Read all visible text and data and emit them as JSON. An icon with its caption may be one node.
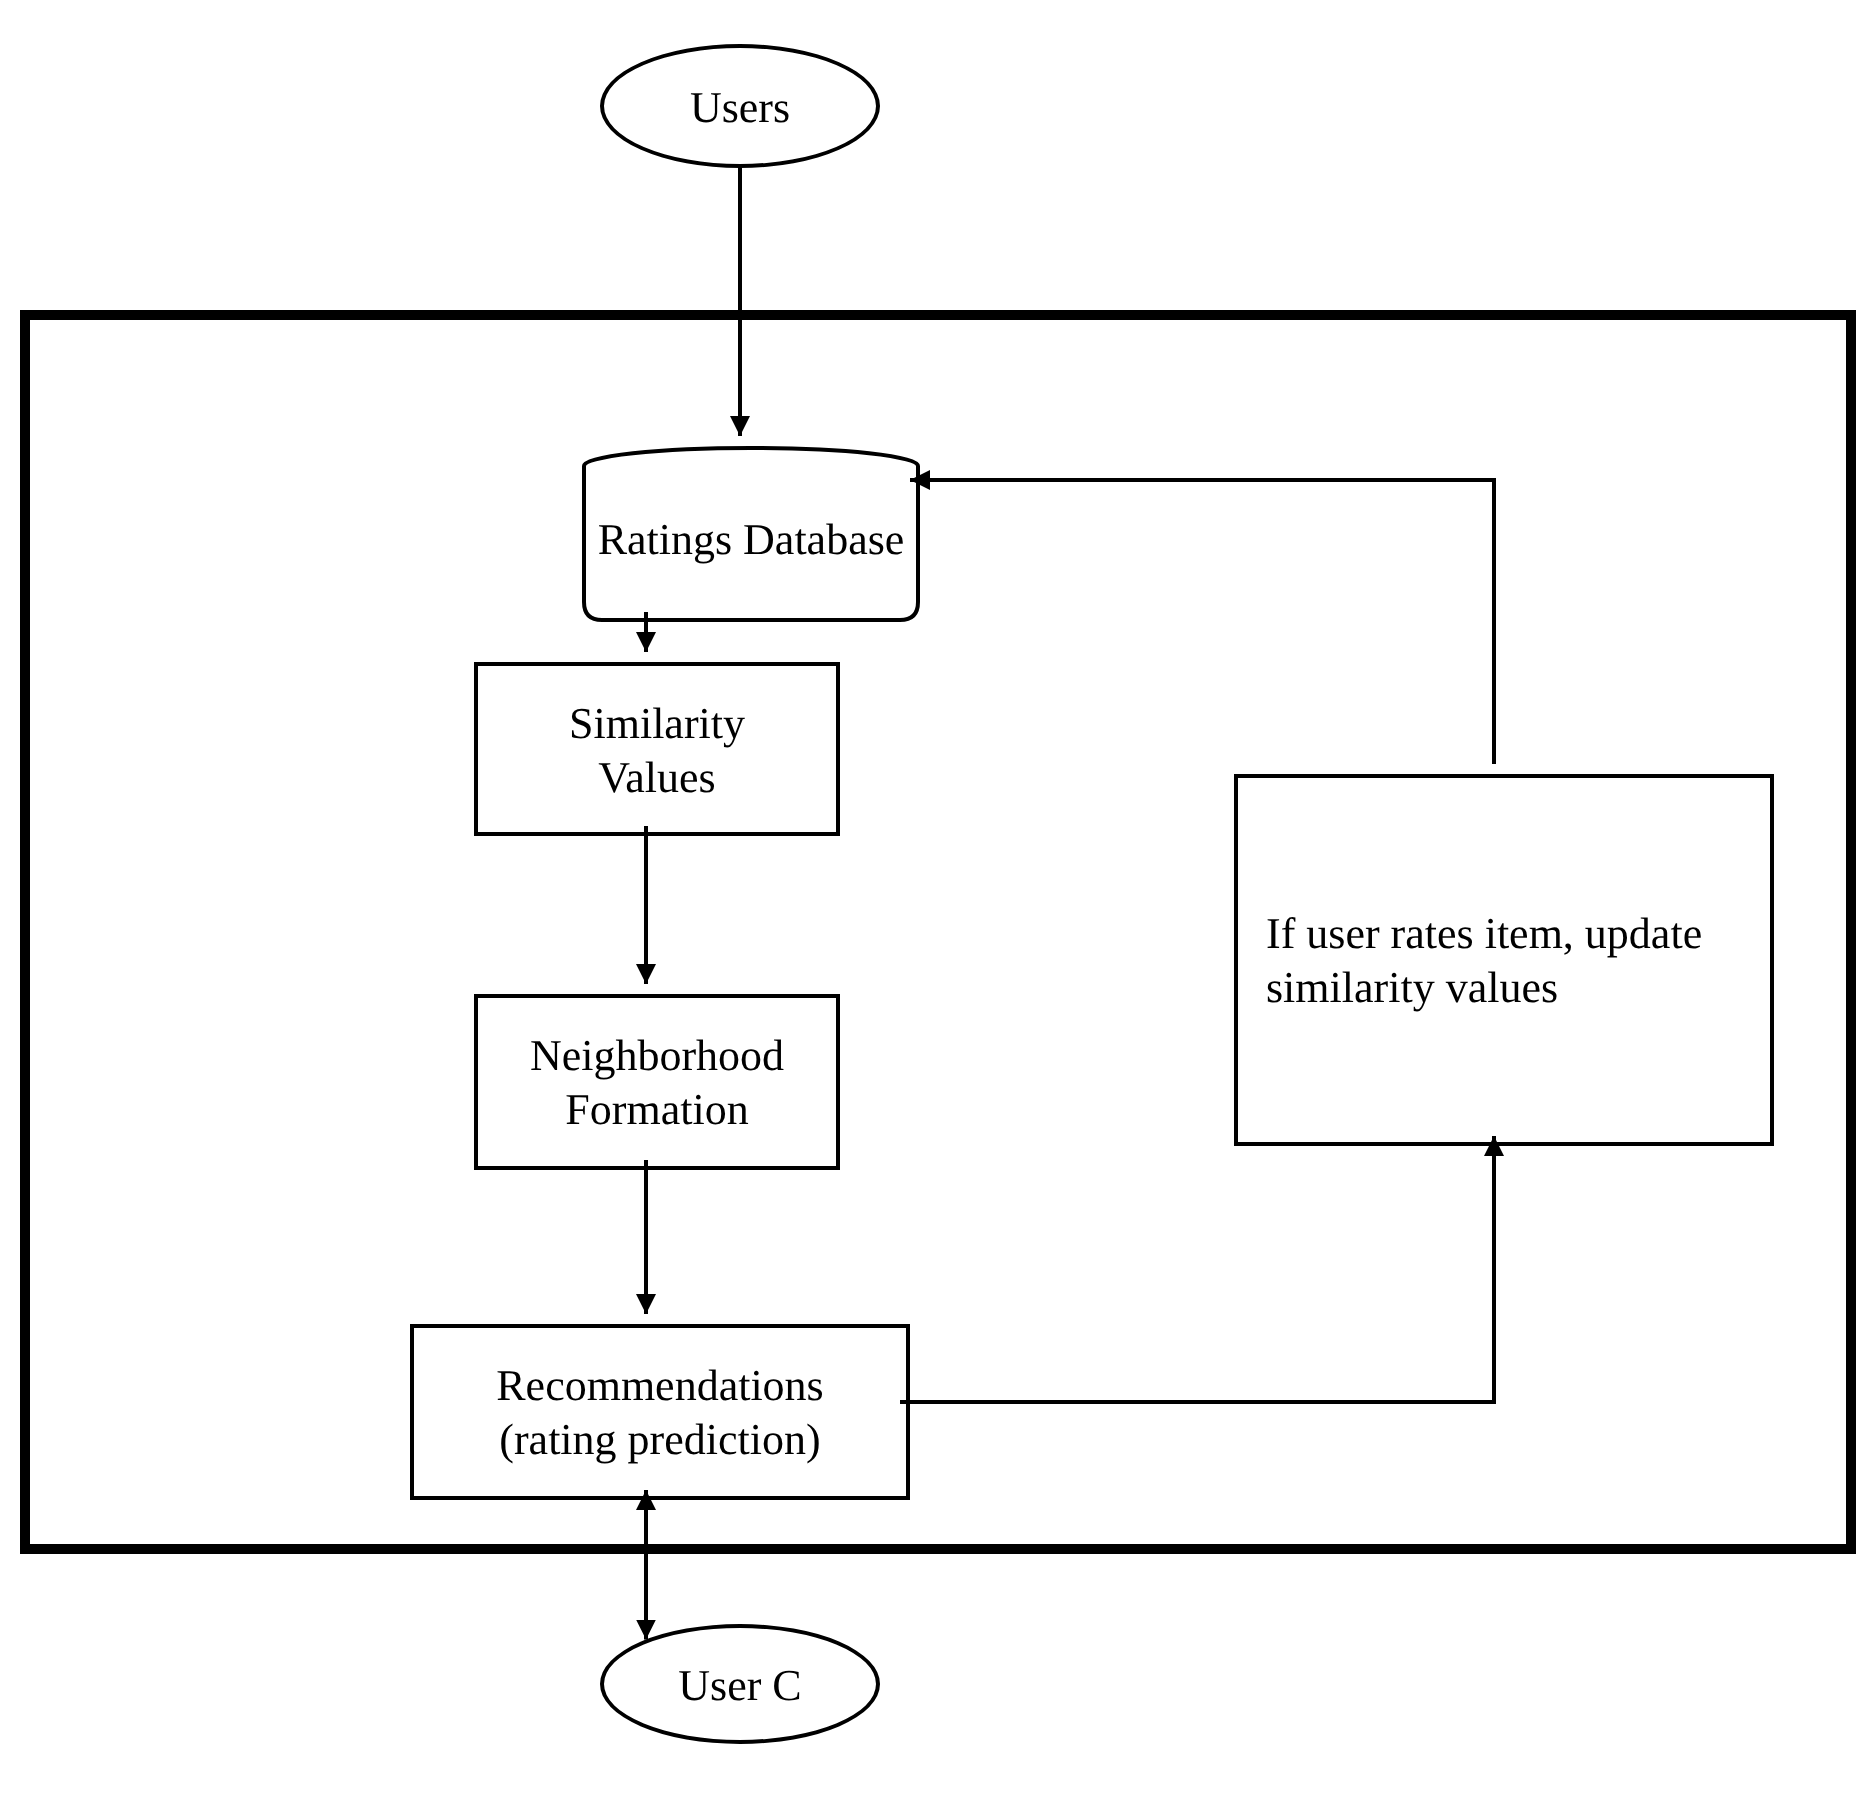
{
  "diagram": {
    "nodes": [
      {
        "text": [
          "Users"
        ]
      },
      {
        "text": [],
        "shape": "box"
      },
      {
        "text": [
          "Ratings Database"
        ],
        "in": 1
      },
      {
        "text": [
          "Similarity Values"
        ],
        "in": 1
      },
      {
        "text": [
          "Neighborhood Formation"
        ],
        "in": 1
      },
      {
        "text": [
          "Recommendations (rating prediction)"
        ],
        "in": 1
      },
      {
        "text": [
          "If user rates item, update similarity values"
        ],
        "in": 1
      },
      {
        "text": [
          "User C"
        ]
      }
    ],
    "edges": [
      {
        "from": 0,
        "to": 2,
        "arrow": "to"
      },
      {
        "from": 2,
        "to": 3,
        "arrow": "to"
      },
      {
        "from": 3,
        "to": 4,
        "arrow": "to"
      },
      {
        "from": 4,
        "to": 5,
        "arrow": "to"
      },
      {
        "from": 5,
        "to": 6,
        "arrow": "to"
      },
      {
        "from": 6,
        "to": 2,
        "arrow": "to"
      },
      {
        "from": 5,
        "to": 7,
        "arrow": "both"
      }
    ]
  }
}
